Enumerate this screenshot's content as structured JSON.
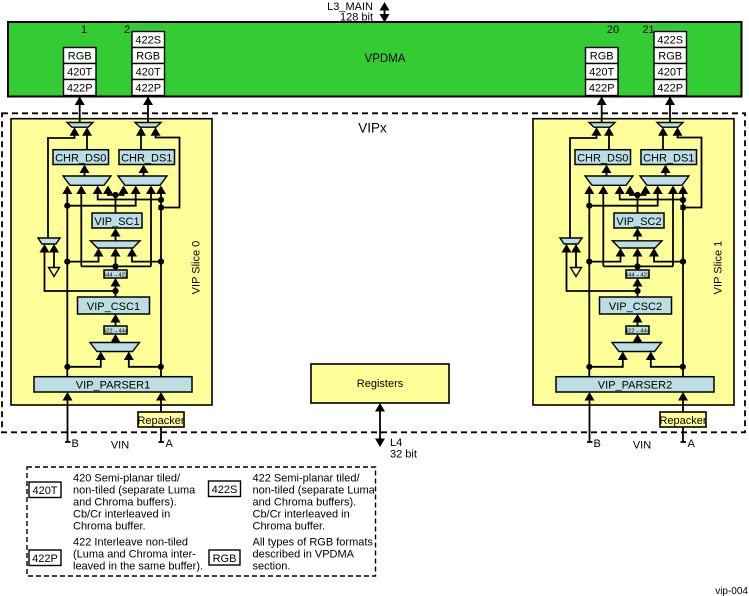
{
  "buses": {
    "top_name": "L3_MAIN",
    "top_width": "128 bit",
    "bottom_name": "L4",
    "bottom_width": "32 bit"
  },
  "vpdma": {
    "label": "VPDMA",
    "channels": [
      {
        "number": "1",
        "formats": [
          "RGB",
          "420T",
          "422P"
        ]
      },
      {
        "number": "2",
        "formats": [
          "422S",
          "RGB",
          "420T",
          "422P"
        ]
      },
      {
        "number": "20",
        "formats": [
          "RGB",
          "420T",
          "422P"
        ]
      },
      {
        "number": "21",
        "formats": [
          "422S",
          "RGB",
          "420T",
          "422P"
        ]
      }
    ]
  },
  "vipx": {
    "label": "VIPx",
    "registers_label": "Registers",
    "slices": [
      {
        "name": "VIP Slice 0",
        "chr_ds0": "CHR_DS0",
        "chr_ds1": "CHR_DS1",
        "scaler": "VIP_SC1",
        "csc": "VIP_CSC1",
        "parser": "VIP_PARSER1",
        "conv_down": "444→422",
        "conv_up": "422→444",
        "repacker": "Repacker",
        "port_b": "B",
        "port_a": "A",
        "vin": "VIN"
      },
      {
        "name": "VIP Slice 1",
        "chr_ds0": "CHR_DS0",
        "chr_ds1": "CHR_DS1",
        "scaler": "VIP_SC2",
        "csc": "VIP_CSC2",
        "parser": "VIP_PARSER2",
        "conv_down": "444→422",
        "conv_up": "422→444",
        "repacker": "Repacker",
        "port_b": "B",
        "port_a": "A",
        "vin": "VIN"
      }
    ]
  },
  "legend": {
    "items": [
      {
        "tag": "420T",
        "lines": [
          "420 Semi-planar tiled/",
          "non-tiled (separate Luma",
          "and Chroma buffers).",
          "Cb/Cr interleaved in",
          "Chroma buffer."
        ]
      },
      {
        "tag": "422S",
        "lines": [
          "422 Semi-planar tiled/",
          "non-tiled (separate Luma",
          "and Chroma buffers).",
          "Cb/Cr interleaved in",
          "Chroma buffer."
        ]
      },
      {
        "tag": "422P",
        "lines": [
          "422 Interleave non-tiled",
          "(Luma and Chroma inter-",
          "leaved in the same buffer)."
        ]
      },
      {
        "tag": "RGB",
        "lines": [
          "All types of RGB formats",
          "described in VPDMA",
          "section."
        ]
      }
    ]
  },
  "figure_id": "vip-004",
  "colors": {
    "vpdma_green": "#33cc33",
    "slice_yellow": "#ffff99",
    "block_blue": "#badee3"
  }
}
